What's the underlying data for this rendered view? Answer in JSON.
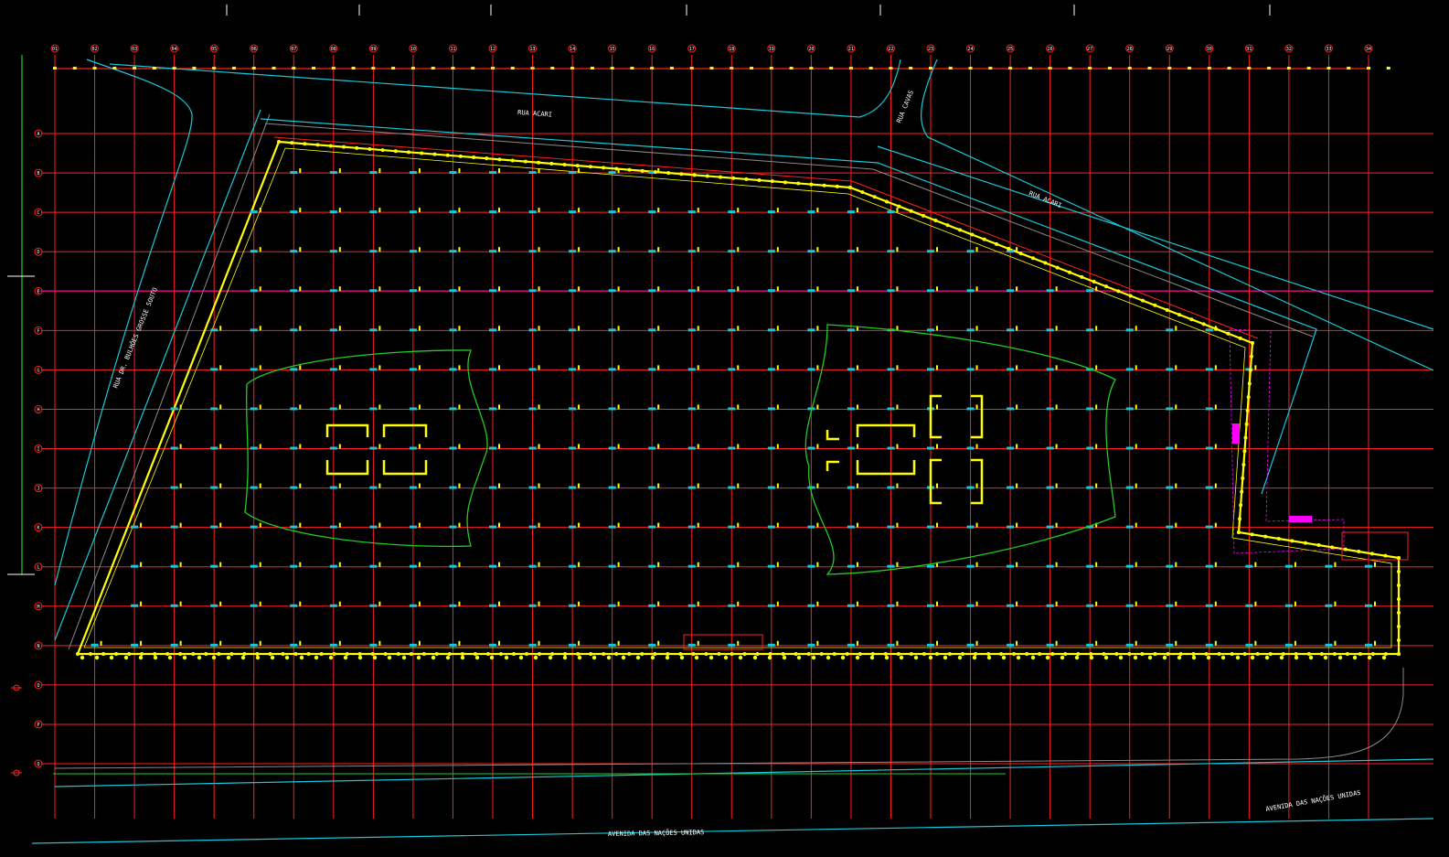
{
  "drawing": {
    "background": "#000000",
    "colors": {
      "grid": "#ff2020",
      "road": "#19c8d8",
      "boundary": "#ffff00",
      "ellipse": "#22cc22",
      "accent_magenta": "#ff00ff",
      "axis_green": "#22cc22",
      "white": "#ffffff",
      "gray": "#8a8a8a"
    },
    "grid_columns": [
      "01",
      "02",
      "03",
      "04",
      "05",
      "06",
      "07",
      "08",
      "09",
      "10",
      "11",
      "12",
      "13",
      "14",
      "15",
      "16",
      "17",
      "18",
      "19",
      "20",
      "21",
      "22",
      "23",
      "24",
      "25",
      "26",
      "27",
      "28",
      "29",
      "30",
      "31",
      "32",
      "33",
      "34"
    ],
    "grid_rows": [
      "A",
      "B",
      "C",
      "D",
      "E",
      "F",
      "G",
      "H",
      "I",
      "J",
      "K",
      "L",
      "M",
      "N",
      "O",
      "P",
      "Q"
    ],
    "street_labels": {
      "top_street": "RUA ACARI",
      "top_right_street": "RUA CAVAS",
      "right_street": "RUA ACARI",
      "left_street": "RUA DR. BULHÕES GROSSE SOUTO",
      "bottom_street": "AVENIDA DAS NAÇÕES UNIDAS",
      "bottom_right_street": "AVENIDA DAS NAÇÕES UNIDAS"
    },
    "icons": {
      "grid_bubble": "circle-marker-icon",
      "left_markers": "crosshair-icon"
    }
  }
}
